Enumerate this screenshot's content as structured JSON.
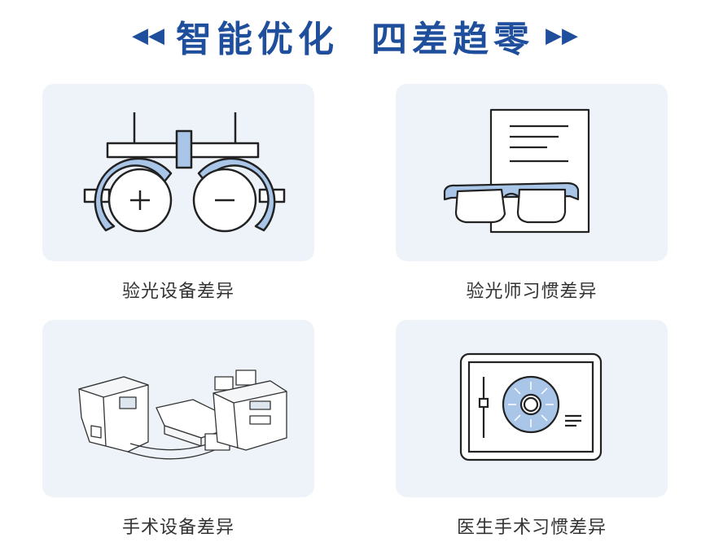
{
  "header": {
    "left_arrows": "◀◀",
    "title_part1": "智能优化",
    "title_part2": "四差趋零",
    "right_arrows": "▶▶"
  },
  "cards": [
    {
      "caption": "验光设备差异",
      "icon": "trial-frame-icon"
    },
    {
      "caption": "验光师习惯差异",
      "icon": "glasses-prescription-icon"
    },
    {
      "caption": "手术设备差异",
      "icon": "surgical-equipment-icon"
    },
    {
      "caption": "医生手术习惯差异",
      "icon": "eye-monitor-icon"
    }
  ],
  "colors": {
    "title": "#1f4e9c",
    "card_bg": "#eef3f9",
    "accent_fill": "#a9c6e8",
    "line": "#222222"
  }
}
